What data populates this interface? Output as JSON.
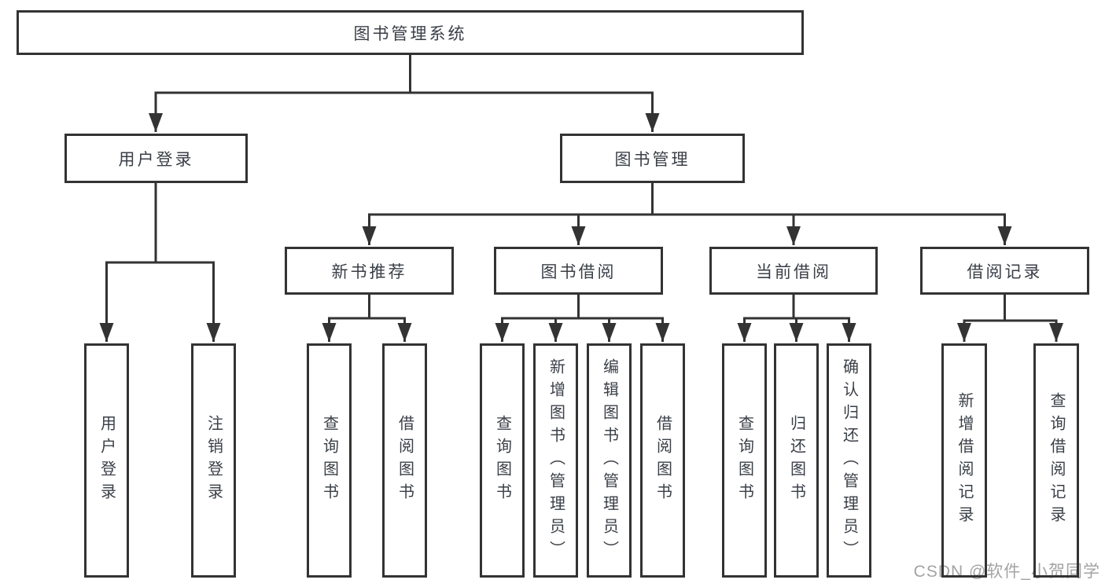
{
  "nodes": {
    "root": {
      "label": "图书管理系统"
    },
    "level2": [
      {
        "label": "用户登录",
        "parent": "图书管理系统"
      },
      {
        "label": "图书管理",
        "parent": "图书管理系统"
      }
    ],
    "level3": [
      {
        "label": "新书推荐",
        "parent": "图书管理"
      },
      {
        "label": "图书借阅",
        "parent": "图书管理"
      },
      {
        "label": "当前借阅",
        "parent": "图书管理"
      },
      {
        "label": "借阅记录",
        "parent": "图书管理"
      }
    ],
    "leaves": [
      {
        "label": "用户登录",
        "parent": "用户登录"
      },
      {
        "label": "注销登录",
        "parent": "用户登录"
      },
      {
        "label": "查询图书",
        "parent": "新书推荐"
      },
      {
        "label": "借阅图书",
        "parent": "新书推荐"
      },
      {
        "label": "查询图书",
        "parent": "图书借阅"
      },
      {
        "label": "新增图书（管理员）",
        "parent": "图书借阅"
      },
      {
        "label": "编辑图书（管理员）",
        "parent": "图书借阅"
      },
      {
        "label": "借阅图书",
        "parent": "图书借阅"
      },
      {
        "label": "查询图书",
        "parent": "当前借阅"
      },
      {
        "label": "归还图书",
        "parent": "当前借阅"
      },
      {
        "label": "确认归还（管理员）",
        "parent": "当前借阅"
      },
      {
        "label": "新增借阅记录",
        "parent": "借阅记录"
      },
      {
        "label": "查询借阅记录",
        "parent": "借阅记录"
      }
    ]
  },
  "watermark": {
    "text": "CSDN @软件_小贺同学"
  },
  "colors": {
    "line": "#333333",
    "text": "#3a3f47",
    "watermark": "#a3a3a3",
    "background": "#ffffff"
  }
}
